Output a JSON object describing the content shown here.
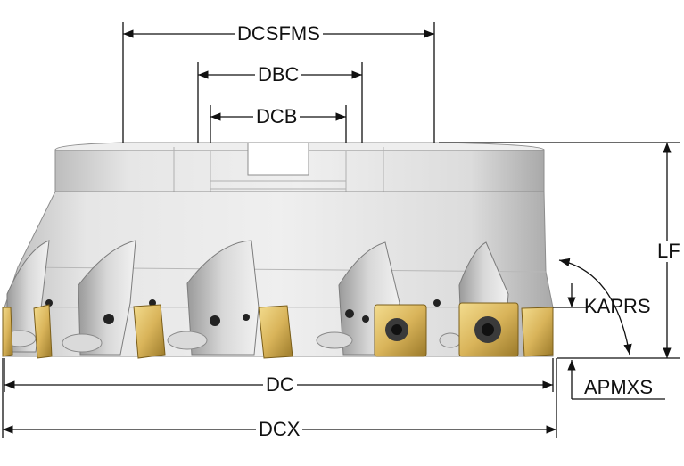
{
  "labels": {
    "dcsfms": "DCSFMS",
    "dbc": "DBC",
    "dcb": "DCB",
    "lf": "LF",
    "kaprs": "KAPRS",
    "dc": "DC",
    "apmxs": "APMXS",
    "dcx": "DCX"
  },
  "colors": {
    "body": "#e3e3e3",
    "body_shade": "#c9c9c9",
    "insert_gold": "#e0c16a",
    "insert_dark": "#9c7d2c",
    "screw": "#2a2a2a",
    "dimension": "#111111"
  }
}
